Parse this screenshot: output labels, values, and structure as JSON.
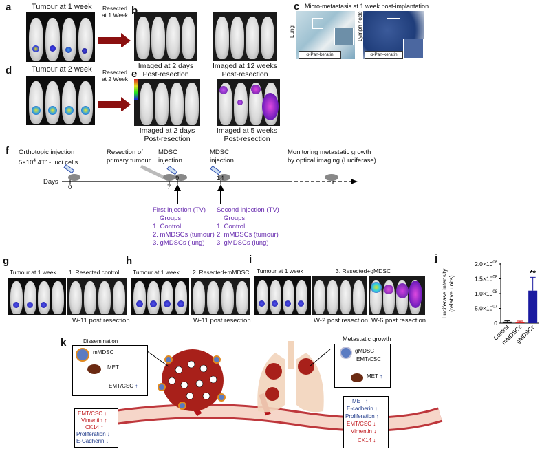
{
  "panels": {
    "a": {
      "label": "a",
      "title": "Tumour at 1 week"
    },
    "arrow1": {
      "text1": "Resected",
      "text2": "at 1 Week"
    },
    "b": {
      "label": "b",
      "img1_caption1": "Imaged at 2 days",
      "img1_caption2": "Post-resection",
      "img2_caption1": "Imaged at 12 weeks",
      "img2_caption2": "Post-resection"
    },
    "c": {
      "label": "c",
      "title": "Micro-metastasis at 1 week post-implantation",
      "left_tissue": "Lung",
      "right_tissue": "Lymph node",
      "left_stain": "α-Pan-keratin",
      "right_stain": "α-Pan-keratin"
    },
    "d": {
      "label": "d",
      "title": "Tumour at 2 week"
    },
    "arrow2": {
      "text1": "Resected",
      "text2": "at 2 Week"
    },
    "e": {
      "label": "e",
      "img1_caption1": "Imaged at 2 days",
      "img1_caption2": "Post-resection",
      "img2_caption1": "Imaged at 5 weeks",
      "img2_caption2": "Post-resection"
    },
    "f": {
      "label": "f",
      "step1_l1": "Orthotopic injection",
      "step1_l2a": "5×10",
      "step1_sup": "4",
      "step1_l2b": " 4T1-Luci cells",
      "step2_l1": "Resection of",
      "step2_l2": "primary tumour",
      "step3_l1": "MDSC",
      "step3_l2": "injection",
      "step4_l1": "MDSC",
      "step4_l2": "injection",
      "step5_l1": "Monitoring metastatic growth",
      "step5_l2": "by optical imaging (Luciferase)",
      "days_label": "Days",
      "ticks": [
        "0",
        "7",
        "9",
        "14"
      ],
      "first": {
        "title": "First injection (TV)",
        "groups": "Groups:",
        "g1": "1. Control",
        "g2": "2. mMDSCs (tumour)",
        "g3": "3. gMDSCs (lung)"
      },
      "second": {
        "title": "Second injection (TV)",
        "groups": "Groups:",
        "g1": "1. Control",
        "g2": "2. mMDSCs (tumour)",
        "g3": "3. gMDSCs (lung)"
      }
    },
    "g": {
      "label": "g",
      "title": "Tumour at 1 week",
      "title2": "1. Resected control",
      "caption": "W-11 post resection"
    },
    "h": {
      "label": "h",
      "title": "Tumour at 1 week",
      "title2": "2. Resected+mMDSC",
      "caption": "W-11 post resection"
    },
    "i": {
      "label": "i",
      "title": "Tumour at 1 week",
      "title2": "3. Resected+gMDSC",
      "caption1": "W-2 post resection",
      "caption2": "W-6 post resection"
    },
    "k": {
      "label": "k",
      "dissemination": "Dissemination",
      "mmdsc": "mMDSC",
      "met": "MET",
      "emt": "EMT/CSC",
      "left_box": {
        "l1": "EMT/CSC",
        "l2": "Vimentin",
        "l3": "CK14",
        "l4": "Proliferation",
        "l5": "E-Cadherin"
      },
      "metastatic": "Metastatic growth",
      "gmdsc": "gMDSC",
      "emt2": "EMT/CSC",
      "met2": "MET",
      "right_box": {
        "l1": "MET",
        "l2": "E-cadherin",
        "l3": "Proliferation",
        "l4": "EMT/CSC",
        "l5": "Vimentin",
        "l6": "CK14"
      }
    }
  },
  "chart_data": {
    "type": "bar",
    "panel_label": "j",
    "categories": [
      "Control",
      "mMDSCs",
      "gMDSCs"
    ],
    "values": [
      5000000.0,
      4000000.0,
      110000000.0
    ],
    "errors": [
      3000000.0,
      3000000.0,
      45000000.0
    ],
    "colors": [
      "#111111",
      "#d62020",
      "#1a1aa0"
    ],
    "ylabel": "Luciferase intensity (relative units)",
    "ylim": [
      0,
      200000000.0
    ],
    "ytick_labels": [
      "0",
      "5.0×10",
      "1.0×10",
      "1.5×10",
      "2.0×10"
    ],
    "ytick_exponents": [
      "",
      "07",
      "08",
      "08",
      "08"
    ],
    "ytick_values": [
      0,
      50000000.0,
      100000000.0,
      150000000.0,
      200000000.0
    ],
    "annotation": "**"
  }
}
